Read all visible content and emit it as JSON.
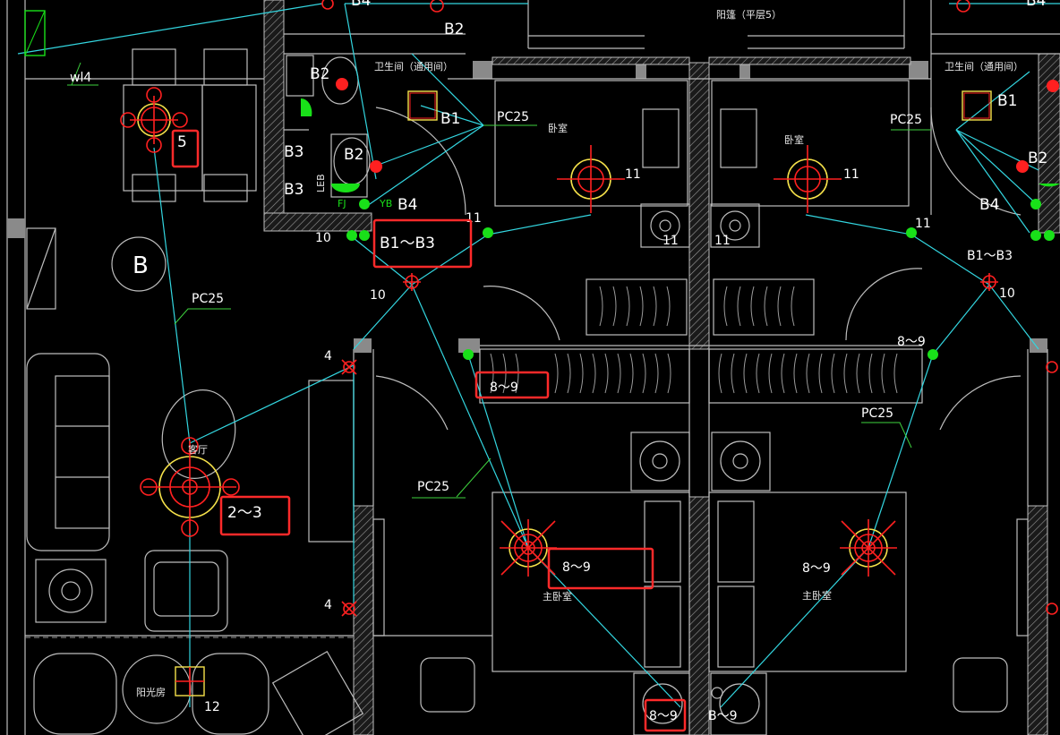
{
  "labels": {
    "wl4": "wl4",
    "label_5": "5",
    "room_b": "B",
    "pc25": "PC25",
    "living_room": "客厅",
    "sunroom": "阳光房",
    "label_12": "12",
    "label_4": "4",
    "label_2_3": "2～3",
    "b1": "B1",
    "b2": "B2",
    "b3": "B3",
    "b4": "B4",
    "b1_b3": "B1～B3",
    "label_10": "10",
    "label_11": "11",
    "bathroom": "卫生间（通用间）",
    "bedroom": "卧室",
    "master_bedroom": "主卧室",
    "label_8_9": "8～9",
    "balcony": "阳篷（平层5）",
    "fj": "FJ",
    "lebsf": "LEB",
    "yb": "YB",
    "label_b_9": "B～9"
  },
  "colors": {
    "background": "#000000",
    "walls": "#bdbdbd",
    "conduit": "#33d6e0",
    "fixture": "#ff2020",
    "highlight": "#ff2a2a",
    "switch": "#19e019",
    "fixture_ring": "#f5e14a"
  }
}
